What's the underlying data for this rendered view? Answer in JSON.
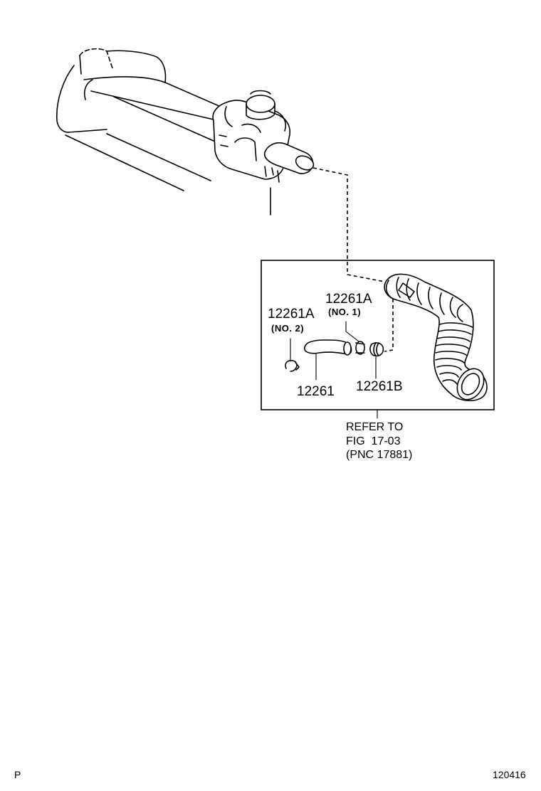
{
  "labels": {
    "clip_no2_part": "12261A",
    "clip_no2_note": "(NO. 2)",
    "clip_no1_part": "12261A",
    "clip_no1_note": "(NO. 1)",
    "hose_part": "12261",
    "clamp_part": "12261B"
  },
  "reference": {
    "line1": "REFER TO",
    "line2": "FIG  17-03",
    "line3": "(PNC 17881)"
  },
  "footer": {
    "left_code": "P",
    "right_code": "120416"
  }
}
